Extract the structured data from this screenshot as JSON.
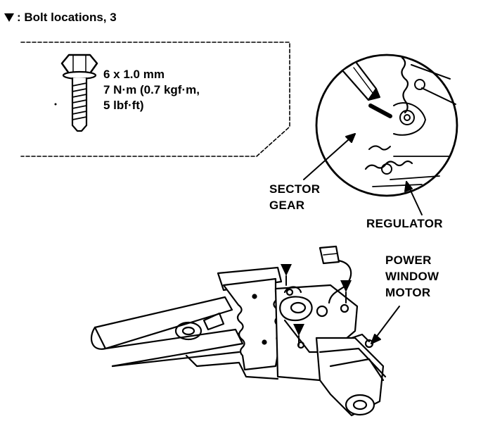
{
  "legend": {
    "marker_icon": "bolt-location-triangle-icon",
    "text": ": Bolt locations, 3"
  },
  "bolt_spec": {
    "size": "6 x 1.0 mm",
    "torque_line1": "7 N·m (0.7 kgf·m,",
    "torque_line2": "5 lbf·ft)"
  },
  "labels": {
    "sector_gear_line1": "SECTOR",
    "sector_gear_line2": "GEAR",
    "regulator": "REGULATOR",
    "motor_line1": "POWER",
    "motor_line2": "WINDOW",
    "motor_line3": "MOTOR"
  },
  "colors": {
    "ink": "#000000",
    "paper": "#ffffff"
  }
}
